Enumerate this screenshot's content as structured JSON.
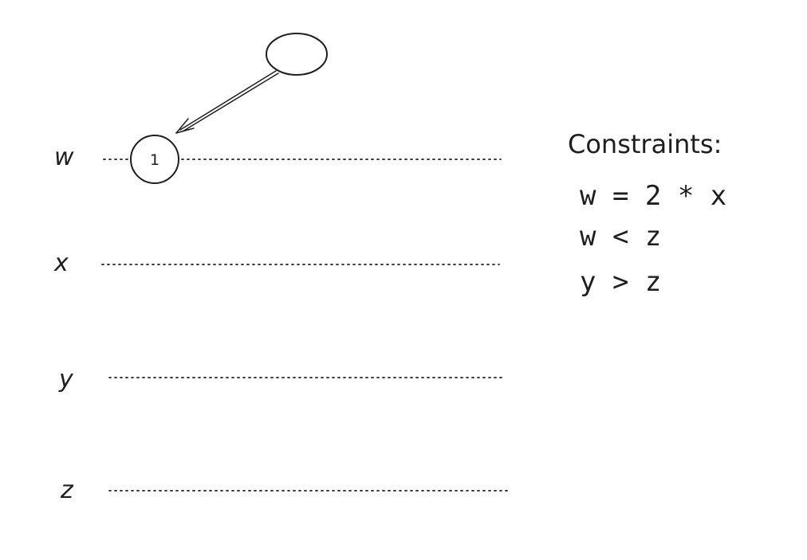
{
  "variables": [
    {
      "label": "w"
    },
    {
      "label": "x"
    },
    {
      "label": "y"
    },
    {
      "label": "z"
    }
  ],
  "nodes": {
    "placed_node_label": "1",
    "unplaced_node_label": ""
  },
  "constraints": {
    "title": "Constraints:",
    "items": [
      "w = 2 * x",
      "w < z",
      "y > z"
    ]
  },
  "colors": {
    "stroke": "#1e1e1e",
    "background": "#ffffff"
  }
}
